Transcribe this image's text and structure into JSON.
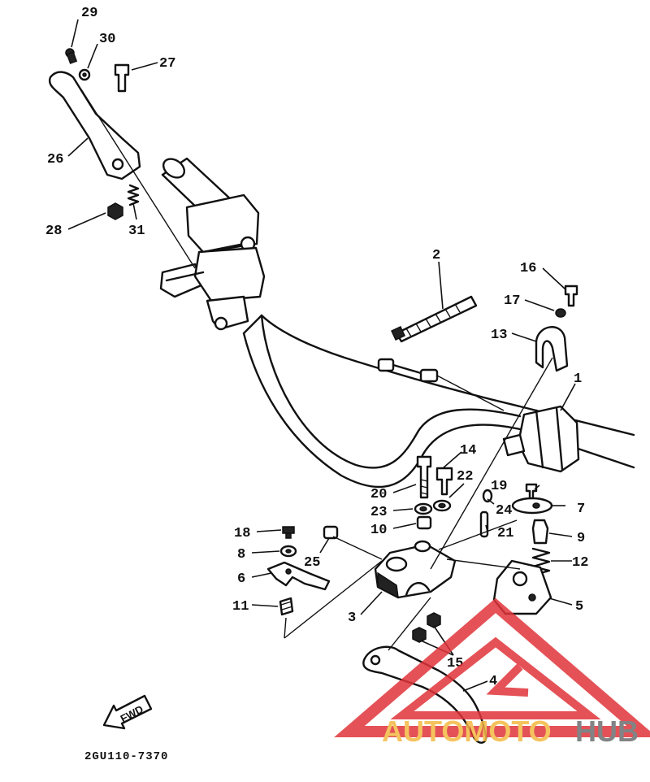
{
  "diagram_code": "2GU110-7370",
  "fwd_label": "FWD",
  "watermark": {
    "part_a": "AUTOMOTO",
    "part_b": "HUB",
    "colors": {
      "orange": "#f4b942",
      "gray": "#6d6e70",
      "red": "#e0343a"
    }
  },
  "callouts": {
    "p1": "1",
    "p2": "2",
    "p3": "3",
    "p4": "4",
    "p5": "5",
    "p6": "6",
    "p7": "7",
    "p8": "8",
    "p9": "9",
    "p10": "10",
    "p11": "11",
    "p12": "12",
    "p13": "13",
    "p14": "14",
    "p15": "15",
    "p16": "16",
    "p17": "17",
    "p18": "18",
    "p19": "19",
    "p20": "20",
    "p21": "21",
    "p22": "22",
    "p23": "23",
    "p24": "24",
    "p25": "25",
    "p26": "26",
    "p27": "27",
    "p28": "28",
    "p29": "29",
    "p30": "30",
    "p31": "31"
  }
}
